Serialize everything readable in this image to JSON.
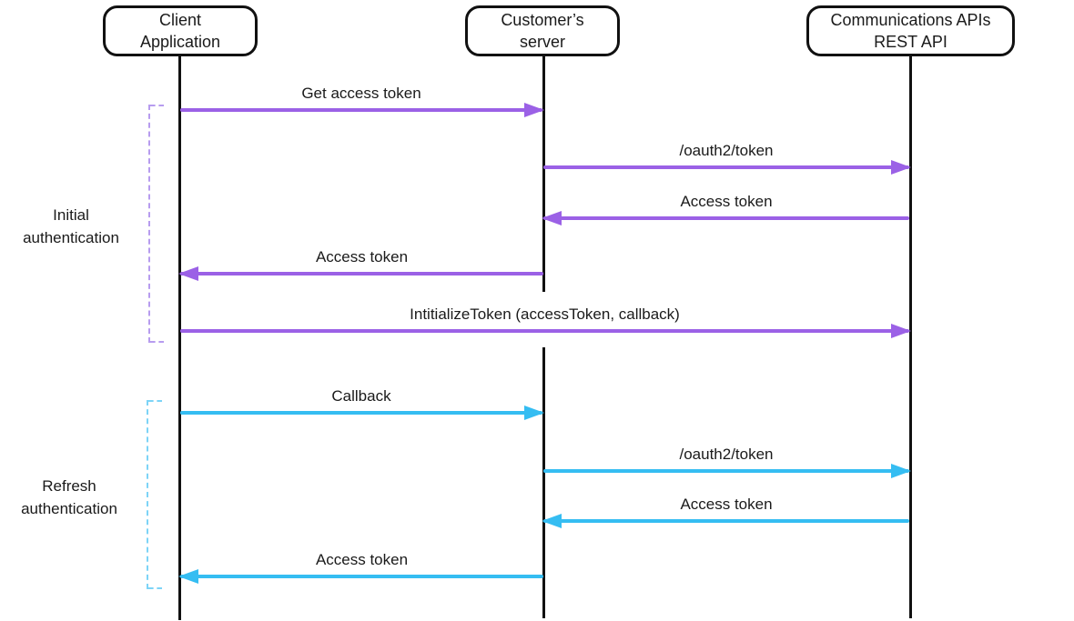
{
  "actors": [
    {
      "id": "client-application",
      "label": "Client\nApplication"
    },
    {
      "id": "customer-server",
      "label": "Customer’s\nserver"
    },
    {
      "id": "communications-rest-api",
      "label": "Communications APIs\nREST API"
    }
  ],
  "sections": [
    {
      "id": "initial-authentication",
      "label": "Initial\nauthentication",
      "color": "#9b61e6"
    },
    {
      "id": "refresh-authentication",
      "label": "Refresh\nauthentication",
      "color": "#35bdf2"
    }
  ],
  "messages": [
    {
      "label": "Get access token",
      "from": "Client Application",
      "to": "Customer’s server",
      "direction": "right",
      "phase": "initial-authentication",
      "color": "#9b61e6"
    },
    {
      "label": "/oauth2/token",
      "from": "Customer’s server",
      "to": "Communications APIs REST API",
      "direction": "right",
      "phase": "initial-authentication",
      "color": "#9b61e6"
    },
    {
      "label": "Access token",
      "from": "Communications APIs REST API",
      "to": "Customer’s server",
      "direction": "left",
      "phase": "initial-authentication",
      "color": "#9b61e6"
    },
    {
      "label": "Access token",
      "from": "Customer’s server",
      "to": "Client Application",
      "direction": "left",
      "phase": "initial-authentication",
      "color": "#9b61e6"
    },
    {
      "label": "IntitializeToken (accessToken, callback)",
      "from": "Client Application",
      "to": "Communications APIs REST API",
      "direction": "right",
      "phase": "initial-authentication",
      "color": "#9b61e6"
    },
    {
      "label": "Callback",
      "from": "Client Application",
      "to": "Customer’s server",
      "direction": "right",
      "phase": "refresh-authentication",
      "color": "#35bdf2"
    },
    {
      "label": "/oauth2/token",
      "from": "Customer’s server",
      "to": "Communications APIs REST API",
      "direction": "right",
      "phase": "refresh-authentication",
      "color": "#35bdf2"
    },
    {
      "label": "Access token",
      "from": "Communications APIs REST API",
      "to": "Customer’s server",
      "direction": "left",
      "phase": "refresh-authentication",
      "color": "#35bdf2"
    },
    {
      "label": "Access token",
      "from": "Customer’s server",
      "to": "Client Application",
      "direction": "left",
      "phase": "refresh-authentication",
      "color": "#35bdf2"
    }
  ]
}
